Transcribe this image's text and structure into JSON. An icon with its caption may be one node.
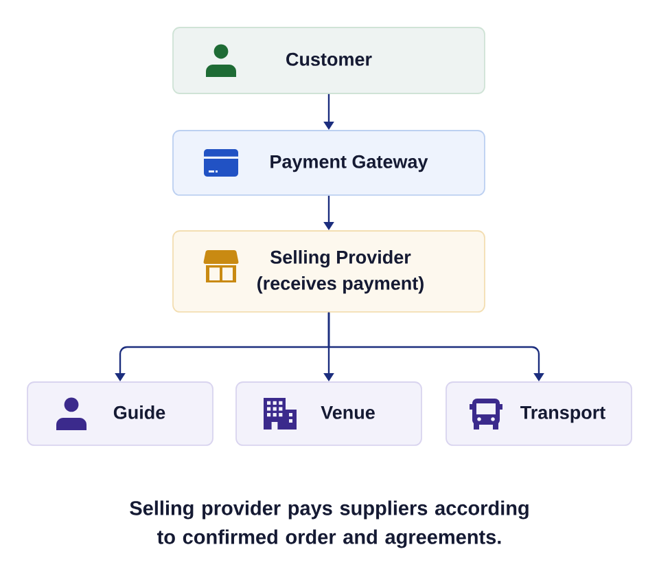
{
  "diagram": {
    "caption": "Selling provider pays suppliers according to confirmed order and agreements.",
    "nodes": [
      {
        "text": [
          "Customer"
        ]
      },
      {
        "text": [
          "Payment Gateway"
        ]
      },
      {
        "text": [
          "Selling Provider",
          "(receives payment)"
        ]
      },
      {
        "text": [
          "Guide"
        ]
      },
      {
        "text": [
          "Venue"
        ]
      },
      {
        "text": [
          "Transport"
        ]
      }
    ],
    "edges": [
      {
        "from": 0,
        "to": 1,
        "arrow": "to"
      },
      {
        "from": 1,
        "to": 2,
        "arrow": "to"
      },
      {
        "from": 2,
        "to": 3,
        "arrow": "to"
      },
      {
        "from": 2,
        "to": 4,
        "arrow": "to"
      },
      {
        "from": 2,
        "to": 5,
        "arrow": "to"
      }
    ]
  }
}
